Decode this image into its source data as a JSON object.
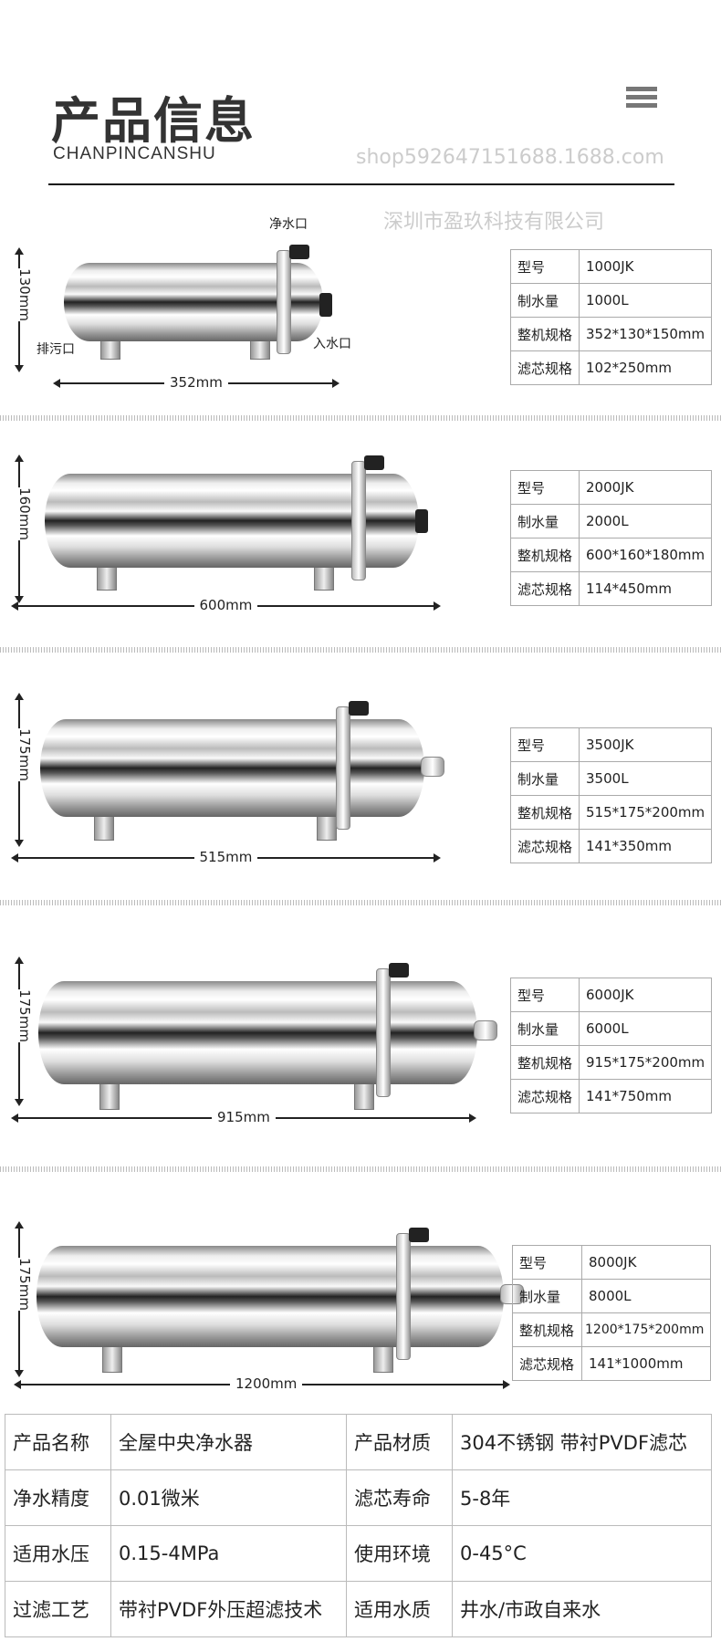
{
  "header": {
    "title": "产品信息",
    "subtitle": "CHANPINCANSHU"
  },
  "ports": {
    "outlet": "净水口",
    "drain": "排污口",
    "inlet": "入水口"
  },
  "spec_labels": [
    "型号",
    "制水量",
    "整机规格",
    "滤芯规格"
  ],
  "models": [
    {
      "model": "1000JK",
      "capacity": "1000L",
      "size": "352*130*150mm",
      "filter": "102*250mm",
      "length": "352mm",
      "height": "130mm"
    },
    {
      "model": "2000JK",
      "capacity": "2000L",
      "size": "600*160*180mm",
      "filter": "114*450mm",
      "length": "600mm",
      "height": "160mm"
    },
    {
      "model": "3500JK",
      "capacity": "3500L",
      "size": "515*175*200mm",
      "filter": "141*350mm",
      "length": "515mm",
      "height": "175mm"
    },
    {
      "model": "6000JK",
      "capacity": "6000L",
      "size": "915*175*200mm",
      "filter": "141*750mm",
      "length": "915mm",
      "height": "175mm"
    },
    {
      "model": "8000JK",
      "capacity": "8000L",
      "size": "1200*175*200mm",
      "filter": "141*1000mm",
      "length": "1200mm",
      "height": "175mm"
    }
  ],
  "summary": [
    [
      "产品名称",
      "全屋中央净水器",
      "产品材质",
      "304不锈钢 带衬PVDF滤芯"
    ],
    [
      "净水精度",
      "0.01微米",
      "滤芯寿命",
      "5-8年"
    ],
    [
      "适用水压",
      "0.15-4MPa",
      "使用环境",
      "0-45°C"
    ],
    [
      "过滤工艺",
      "带衬PVDF外压超滤技术",
      "适用水质",
      "井水/市政自来水"
    ]
  ],
  "watermark": {
    "company": "深圳市盈玖科技有限公司",
    "shop": "shop592647151688.1688.com"
  }
}
